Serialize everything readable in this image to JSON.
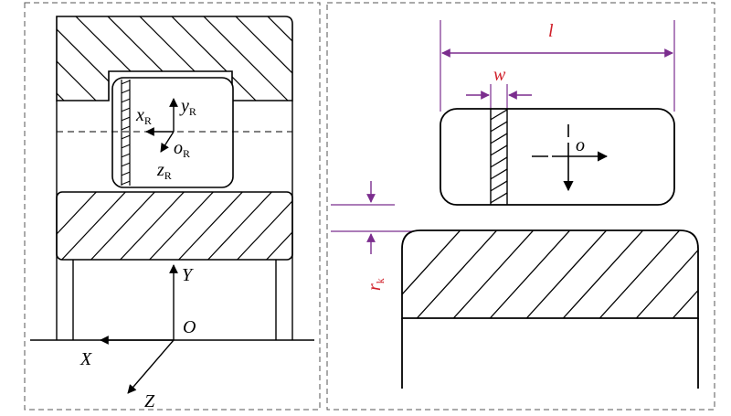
{
  "left_panel": {
    "labels": {
      "xR": "x",
      "xR_sub": "R",
      "yR": "y",
      "yR_sub": "R",
      "oR": "o",
      "oR_sub": "R",
      "zR": "z",
      "zR_sub": "R",
      "Y": "Y",
      "O": "O",
      "X": "X",
      "Z": "Z"
    }
  },
  "right_panel": {
    "labels": {
      "l": "l",
      "w": "w",
      "o": "o",
      "rk": "r",
      "rk_sub": "k"
    }
  },
  "colors": {
    "dimension": "#7b2d8e",
    "label": "#d0202a",
    "line": "#000000"
  }
}
